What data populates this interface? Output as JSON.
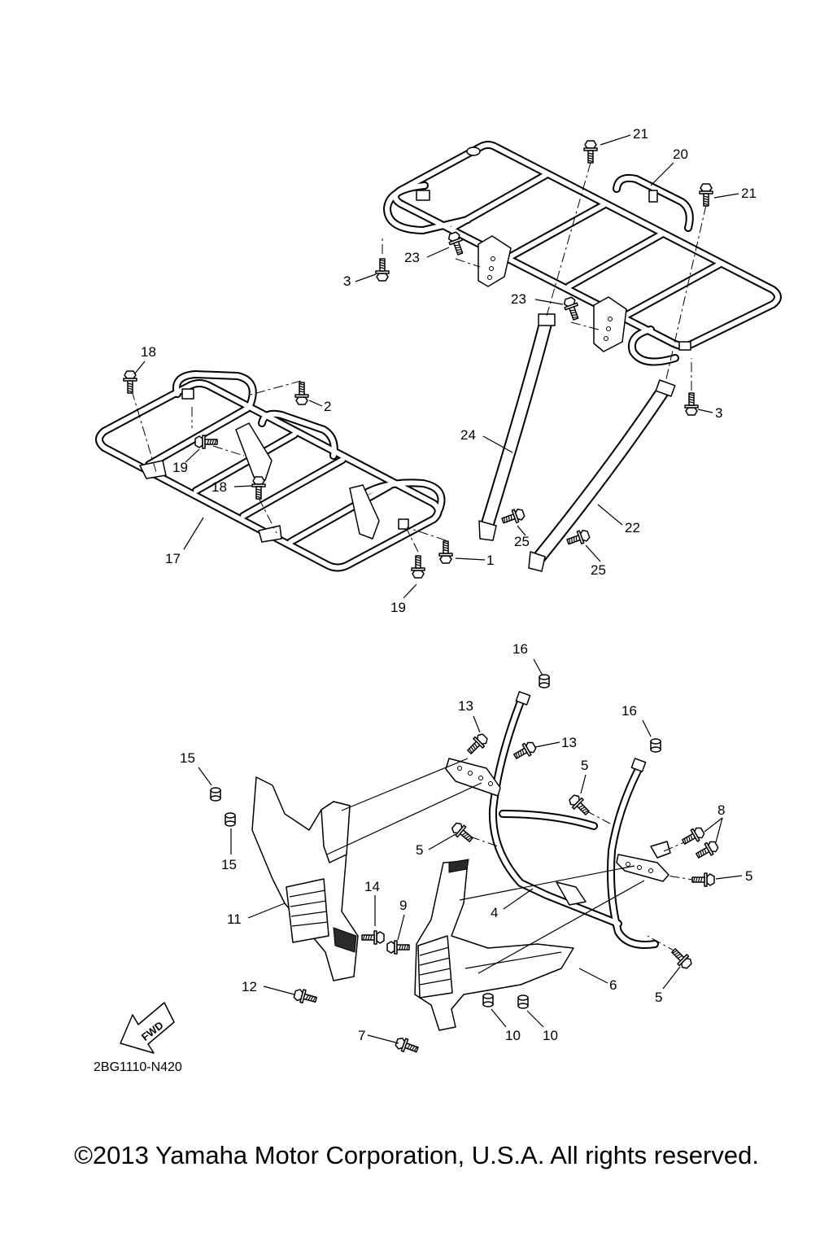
{
  "diagram": {
    "code": "2BG1110-N420",
    "fwd_label": "FWD",
    "copyright": "©2013 Yamaha Motor Corporation, U.S.A. All rights reserved."
  },
  "callouts": [
    "21",
    "20",
    "21",
    "3",
    "23",
    "23",
    "3",
    "24",
    "22",
    "25",
    "25",
    "18",
    "2",
    "19",
    "18",
    "17",
    "1",
    "19",
    "16",
    "13",
    "16",
    "13",
    "15",
    "5",
    "8",
    "15",
    "5",
    "5",
    "14",
    "9",
    "4",
    "11",
    "6",
    "12",
    "5",
    "10",
    "10",
    "7"
  ]
}
